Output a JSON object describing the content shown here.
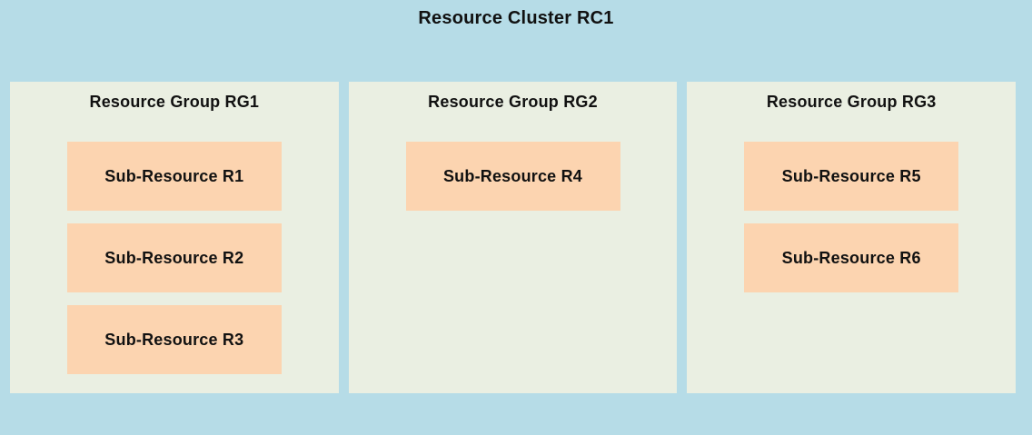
{
  "colors": {
    "cluster_bg": "#b6dce7",
    "group_bg": "#eaefe2",
    "resource_bg": "#fcd4b0",
    "text": "#111111"
  },
  "cluster": {
    "title": "Resource Cluster RC1",
    "groups": [
      {
        "title": "Resource Group RG1",
        "resources": [
          "Sub-Resource R1",
          "Sub-Resource R2",
          "Sub-Resource R3"
        ]
      },
      {
        "title": "Resource Group RG2",
        "resources": [
          "Sub-Resource R4"
        ]
      },
      {
        "title": "Resource Group RG3",
        "resources": [
          "Sub-Resource R5",
          "Sub-Resource R6"
        ]
      }
    ]
  }
}
